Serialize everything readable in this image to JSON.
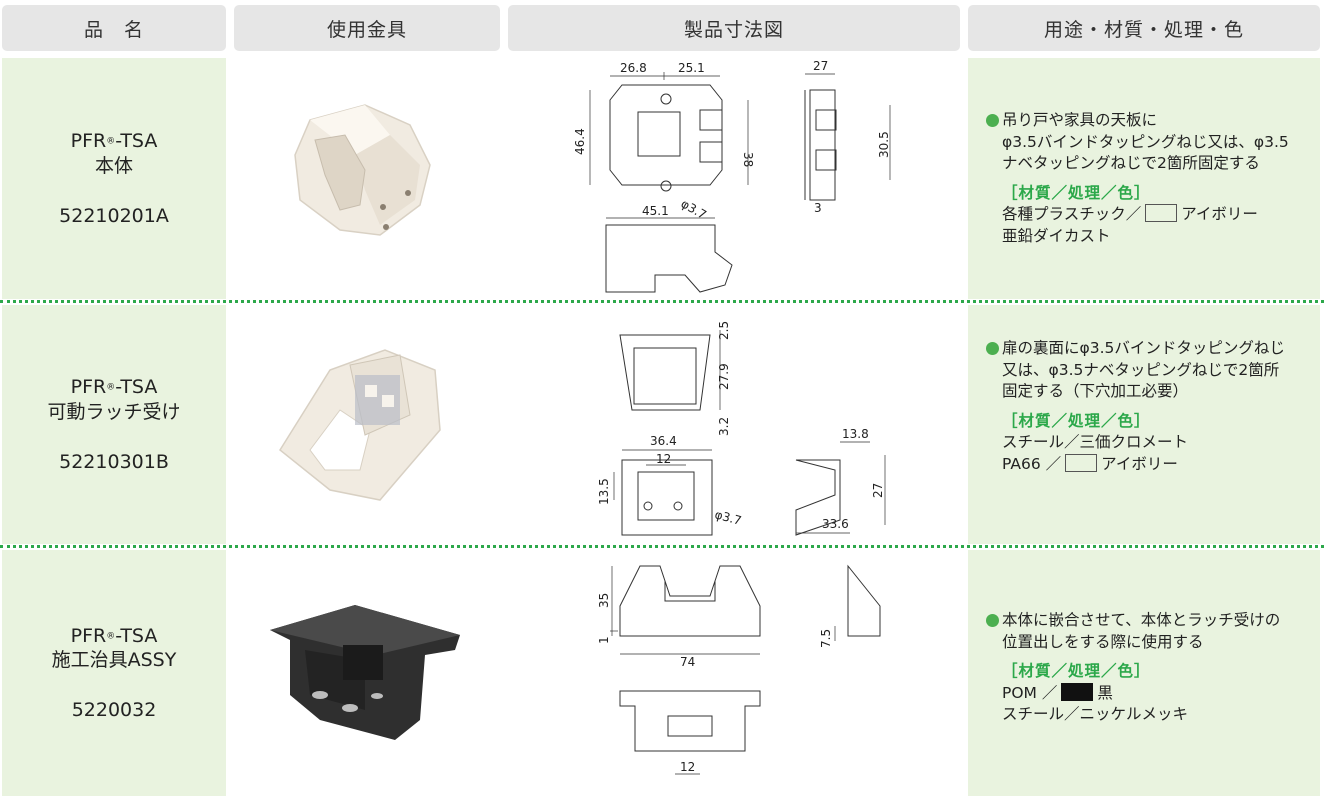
{
  "header": {
    "col1": "品　名",
    "col2": "使用金具",
    "col3": "製品寸法図",
    "col4": "用途・材質・処理・色"
  },
  "colors": {
    "green_bg": "#e9f3df",
    "accent_green": "#2ca84a",
    "header_bg": "#e6e6e6"
  },
  "rows": [
    {
      "name_prefix": "PFR",
      "reg": "®",
      "name_suffix": "-TSA",
      "name2": "本体",
      "code": "52210201A",
      "usage": [
        "吊り戸や家具の天板に",
        "φ3.5バインドタッピングねじ又は、φ3.5",
        "ナベタッピングねじで2箇所固定する"
      ],
      "material_heading": "［材質／処理／色］",
      "mat1_pre": "各種プラスチック／",
      "mat1_color": "アイボリー",
      "mat2": "亜鉛ダイカスト",
      "dims": [
        "26.8",
        "25.1",
        "27",
        "46.4",
        "38",
        "30.5",
        "φ3.7",
        "3",
        "45.1"
      ]
    },
    {
      "name_prefix": "PFR",
      "reg": "®",
      "name_suffix": "-TSA",
      "name2": "可動ラッチ受け",
      "code": "52210301B",
      "usage": [
        "扉の裏面にφ3.5バインドタッピングねじ",
        "又は、φ3.5ナベタッピングねじで2箇所",
        "固定する（下穴加工必要）"
      ],
      "material_heading": "［材質／処理／色］",
      "mat1": "スチール／三価クロメート",
      "mat2_pre": "PA66 ／",
      "mat2_color": "アイボリー",
      "dims": [
        "2.5",
        "27.9",
        "3.2",
        "36.4",
        "12",
        "13.5",
        "φ3.7",
        "13.8",
        "27",
        "33.6"
      ]
    },
    {
      "name_prefix": "PFR",
      "reg": "®",
      "name_suffix": "-TSA",
      "name2": "施工治具ASSY",
      "code": "5220032",
      "usage": [
        "本体に嵌合させて、本体とラッチ受けの",
        "位置出しをする際に使用する"
      ],
      "material_heading": "［材質／処理／色］",
      "mat1_pre": "POM ／",
      "mat1_color": "黒",
      "mat2": "スチール／ニッケルメッキ",
      "dims": [
        "35",
        "1",
        "74",
        "7.5",
        "12"
      ]
    }
  ]
}
